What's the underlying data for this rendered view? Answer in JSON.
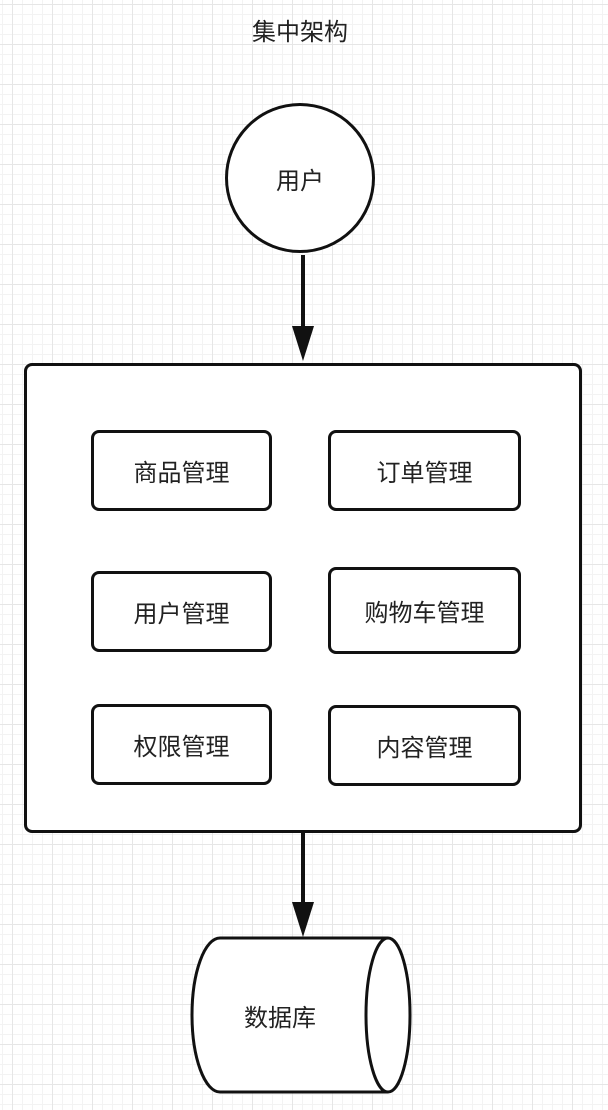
{
  "diagram": {
    "title": "集中架构",
    "user_node": {
      "label": "用户"
    },
    "modules": [
      {
        "label": "商品管理"
      },
      {
        "label": "订单管理"
      },
      {
        "label": "用户管理"
      },
      {
        "label": "购物车管理"
      },
      {
        "label": "权限管理"
      },
      {
        "label": "内容管理"
      }
    ],
    "database": {
      "label": "数据库"
    }
  }
}
